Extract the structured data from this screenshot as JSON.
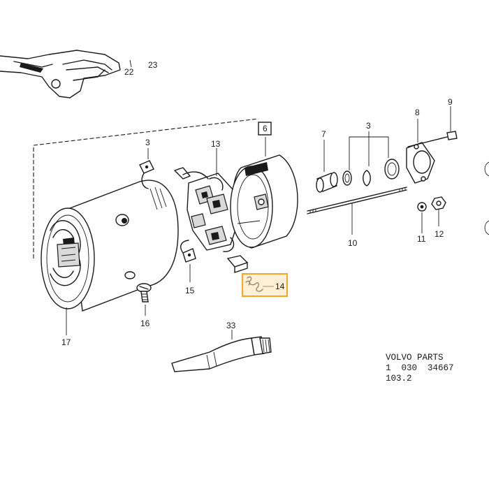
{
  "diagram": {
    "parts": {
      "p22": "22",
      "p23": "23",
      "p9": "9",
      "p8": "8",
      "p7": "7",
      "p6": "6",
      "p3_top": "3",
      "p3_left": "3",
      "p13": "13",
      "p10": "10",
      "p11": "11",
      "p12": "12",
      "p14": "14",
      "p15": "15",
      "p16": "16",
      "p17": "17",
      "p33": "33"
    },
    "caption": {
      "line1": "VOLVO PARTS",
      "line2": "1  030  34667",
      "line3": "103.2"
    },
    "highlight": {
      "part": "14",
      "color": "#f5a623"
    }
  }
}
